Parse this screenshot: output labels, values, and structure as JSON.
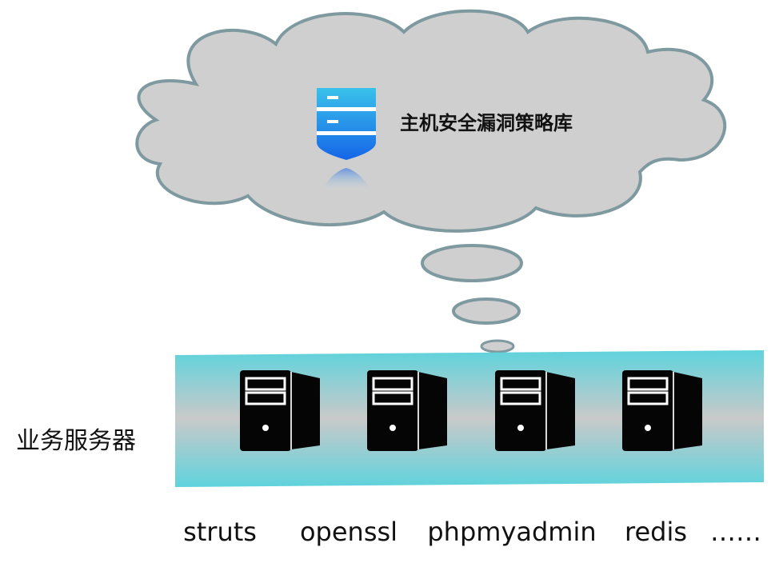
{
  "cloud": {
    "title": "主机安全漏洞策略库",
    "icon": "shield-server-icon"
  },
  "band": {
    "label": "业务服务器",
    "colors": {
      "edge": "#5fd3dc",
      "middle": "#c7c7c7"
    }
  },
  "servers": [
    {
      "icon": "server-tower-icon",
      "label": "struts"
    },
    {
      "icon": "server-tower-icon",
      "label": "openssl"
    },
    {
      "icon": "server-tower-icon",
      "label": "phpmyadmin"
    },
    {
      "icon": "server-tower-icon",
      "label": "redis"
    },
    {
      "label": "……"
    }
  ],
  "colors": {
    "cloud_fill": "#cfcfcf",
    "cloud_stroke": "#7e9aa0",
    "shield_top": "#3ac2ea",
    "shield_bottom": "#1a6be6"
  }
}
